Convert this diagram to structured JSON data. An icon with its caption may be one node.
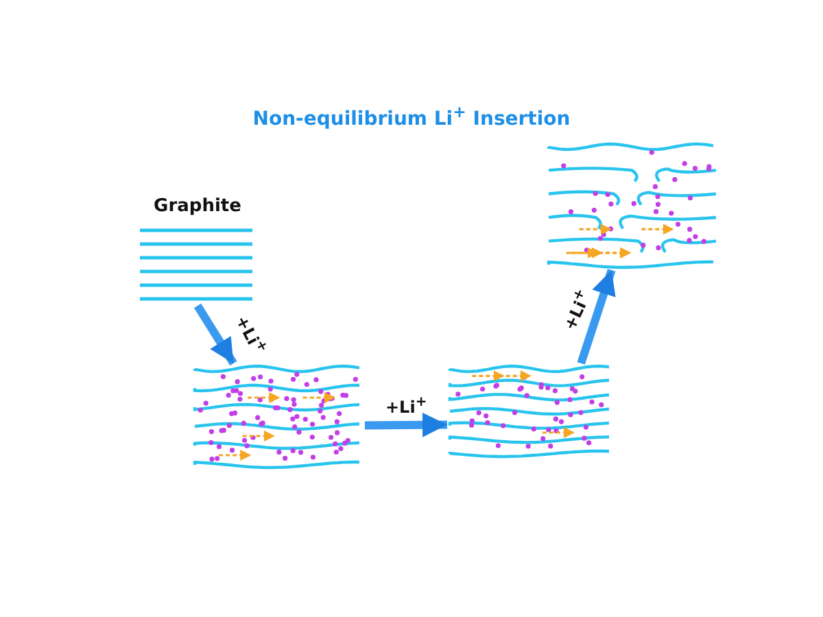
{
  "diagram": {
    "title": "Non-equilibrium Li$^{+}$ Insertion",
    "nodes": [
      {
        "text": [
          "Graphite"
        ]
      },
      {
        "text": [],
        "shape": "picture"
      },
      {
        "text": [],
        "shape": "picture"
      },
      {
        "text": [],
        "shape": "picture"
      }
    ],
    "edges": [
      {
        "from": 0,
        "to": 1,
        "arrow": "to",
        "label": "+Li$^{+}$"
      },
      {
        "from": 1,
        "to": 2,
        "arrow": "to",
        "label": "+Li$^{+}$"
      },
      {
        "from": 2,
        "to": 3,
        "arrow": "to",
        "label": "+Li$^{+}$"
      }
    ]
  }
}
